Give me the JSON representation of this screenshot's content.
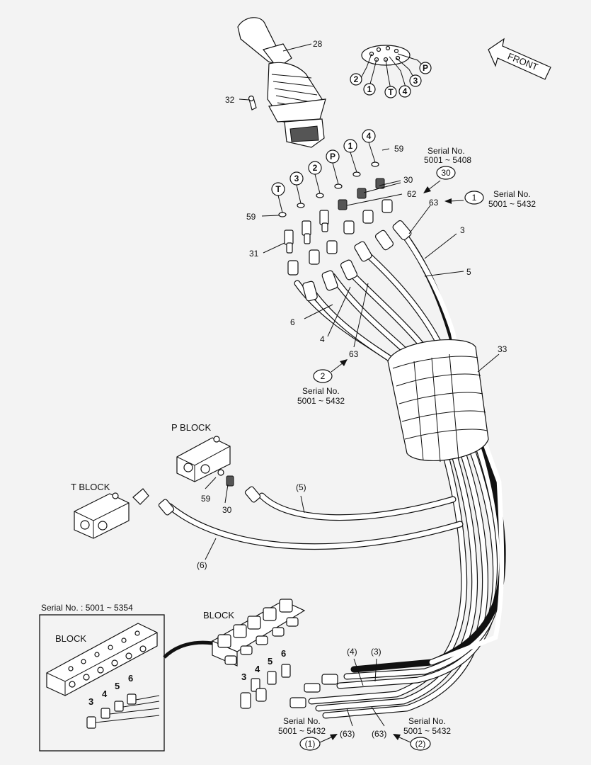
{
  "labels": {
    "front": "FRONT",
    "p_block": "P BLOCK",
    "t_block": "T BLOCK",
    "block_main": "BLOCK",
    "block_inset": "BLOCK",
    "inset_serial": "Serial No. : 5001 ~ 5354",
    "serial_5408_title": "Serial No.",
    "serial_5408_range": "5001 ~ 5408",
    "serial_a_title": "Serial No.",
    "serial_a_range": "5001 ~ 5432",
    "serial_b_title": "Serial No.",
    "serial_b_range": "5001 ~ 5432",
    "serial_c_title": "Serial No.",
    "serial_c_range": "5001 ~ 5432",
    "serial_d_title": "Serial No.",
    "serial_d_range": "5001 ~ 5432"
  },
  "part_numbers": {
    "p28": "28",
    "p32": "32",
    "p59_top": "59",
    "p59_left": "59",
    "p59_block": "59",
    "p30_top": "30",
    "p30_block": "30",
    "p62": "62",
    "p63_right": "63",
    "p63_mid": "63",
    "p3": "3",
    "p5": "5",
    "p6": "6",
    "p4": "4",
    "p31": "31",
    "p33": "33",
    "ref5": "(5)",
    "ref6": "(6)",
    "ref4": "(4)",
    "ref3": "(3)",
    "ref63_left": "(63)",
    "ref63_right": "(63)",
    "ref1": "(1)",
    "ref2": "(2)"
  },
  "port_circles": {
    "T": "T",
    "3": "3",
    "2": "2",
    "P": "P",
    "1": "1",
    "4": "4"
  },
  "callout_circles": {
    "c30": "30",
    "c1": "1",
    "c2": "2"
  },
  "pattern_ports": {
    "a2": "2",
    "a1": "1",
    "aT": "T",
    "a4": "4",
    "a3": "3",
    "aP": "P"
  },
  "block_numbers": {
    "m3": "3",
    "m4": "4",
    "m5": "5",
    "m6": "6",
    "i3": "3",
    "i4": "4",
    "i5": "5",
    "i6": "6"
  }
}
